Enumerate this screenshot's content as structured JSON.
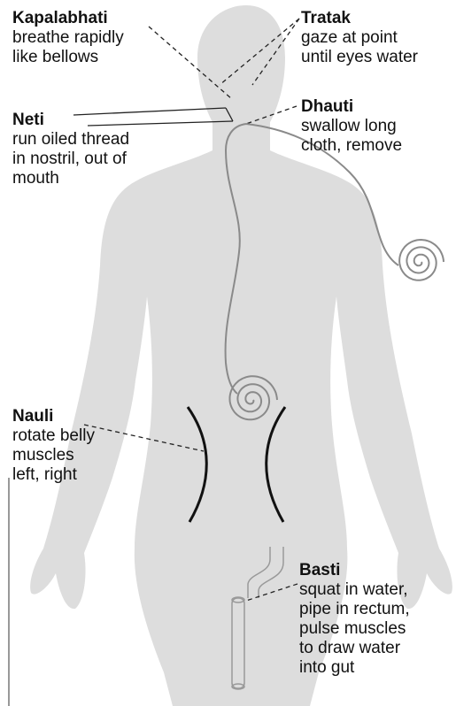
{
  "colors": {
    "body_fill": "#dddddd",
    "text": "#111111",
    "leader_line": "#222222",
    "thread": "#8a8a8a",
    "arc": "#111111",
    "pipe": "#999999"
  },
  "labels": {
    "kapalabhati": {
      "title": "Kapalabhati",
      "lines": [
        "breathe rapidly",
        "like bellows"
      ]
    },
    "tratak": {
      "title": "Tratak",
      "lines": [
        "gaze at point",
        "until eyes water"
      ]
    },
    "neti": {
      "title": "Neti",
      "lines": [
        "run oiled thread",
        "in nostril, out of",
        "mouth"
      ]
    },
    "dhauti": {
      "title": "Dhauti",
      "lines": [
        "swallow long",
        "cloth, remove"
      ]
    },
    "nauli": {
      "title": "Nauli",
      "lines": [
        "rotate belly",
        "muscles",
        "left, right"
      ]
    },
    "basti": {
      "title": "Basti",
      "lines": [
        "squat in water,",
        "pipe in rectum,",
        "pulse muscles",
        "to draw water",
        "into gut"
      ]
    }
  },
  "icons": {
    "body": "human-silhouette",
    "cloth": "spiral-cloth",
    "belly": "curved-arcs",
    "pipe": "water-pipe"
  }
}
